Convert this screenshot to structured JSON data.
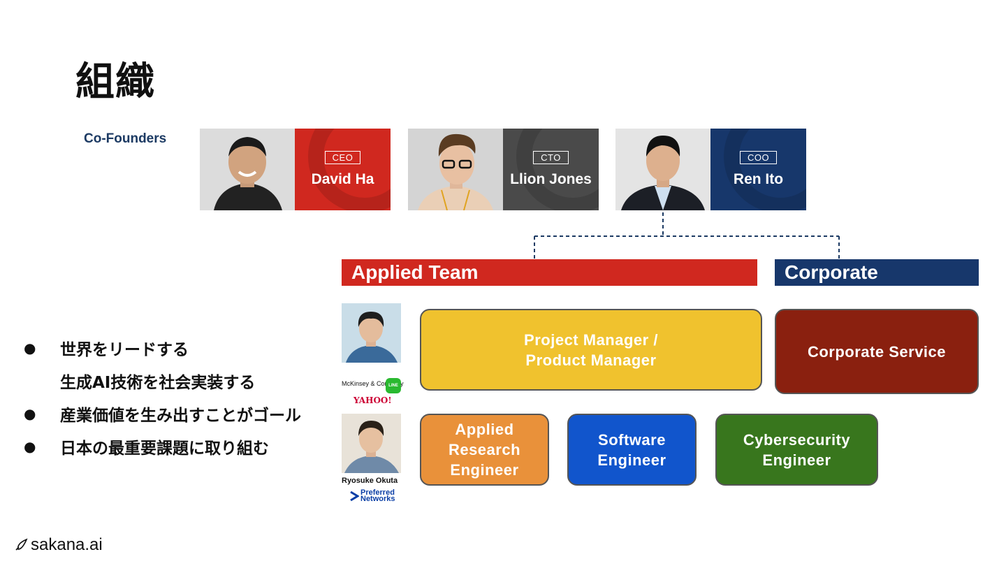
{
  "page": {
    "title": "組織"
  },
  "cofounders": {
    "label": "Co-Founders",
    "people": [
      {
        "role": "CEO",
        "name": "David Ha",
        "color": "#d0281f"
      },
      {
        "role": "CTO",
        "name": "Llion Jones",
        "color": "#4a4a4a"
      },
      {
        "role": "COO",
        "name": "Ren Ito",
        "color": "#17376b"
      }
    ]
  },
  "teams": {
    "applied": {
      "label": "Applied Team",
      "color": "#d0281f"
    },
    "corporate": {
      "label": "Corporate",
      "color": "#17376b"
    }
  },
  "roles": {
    "pm": {
      "label": "Project Manager /\nProduct Manager",
      "color": "#f0c22e"
    },
    "corporate_service": {
      "label": "Corporate Service",
      "color": "#8a200f"
    },
    "are": {
      "label": "Applied\nResearch\nEngineer",
      "color": "#e9913a"
    },
    "swe": {
      "label": "Software\nEngineer",
      "color": "#1155cc"
    },
    "cyber": {
      "label": "Cybersecurity\nEngineer",
      "color": "#38761d"
    }
  },
  "members": {
    "member2_name": "Ryosuke Okuta"
  },
  "logos": {
    "mckinsey": "McKinsey & Company",
    "line": "LINE",
    "yahoo": "YAHOO!",
    "pfn_line1": "Preferred",
    "pfn_line2": "Networks"
  },
  "bullets": {
    "b1_line1": "世界をリードする",
    "b1_line2": "生成AI技術を社会実装する",
    "b2": "産業価値を生み出すことがゴール",
    "b3": "日本の最重要課題に取り組む",
    "bullet_char": "●"
  },
  "brand": {
    "name": "sakana.ai"
  }
}
